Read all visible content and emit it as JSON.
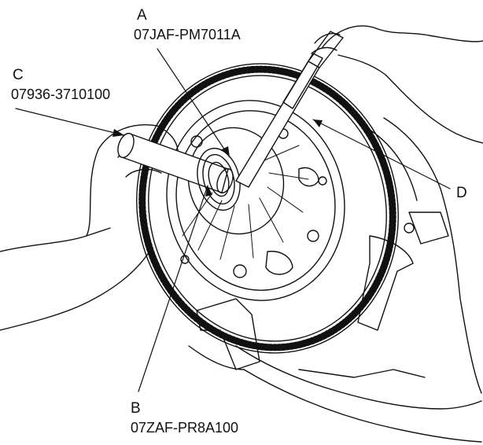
{
  "callouts": {
    "a": {
      "letter": "A",
      "part_number": "07JAF-PM7011A"
    },
    "b": {
      "letter": "B",
      "part_number": "07ZAF-PR8A100"
    },
    "c": {
      "letter": "C",
      "part_number": "07936-3710100"
    },
    "d": {
      "letter": "D"
    }
  },
  "colors": {
    "ink": "#111111",
    "paper": "#ffffff"
  }
}
